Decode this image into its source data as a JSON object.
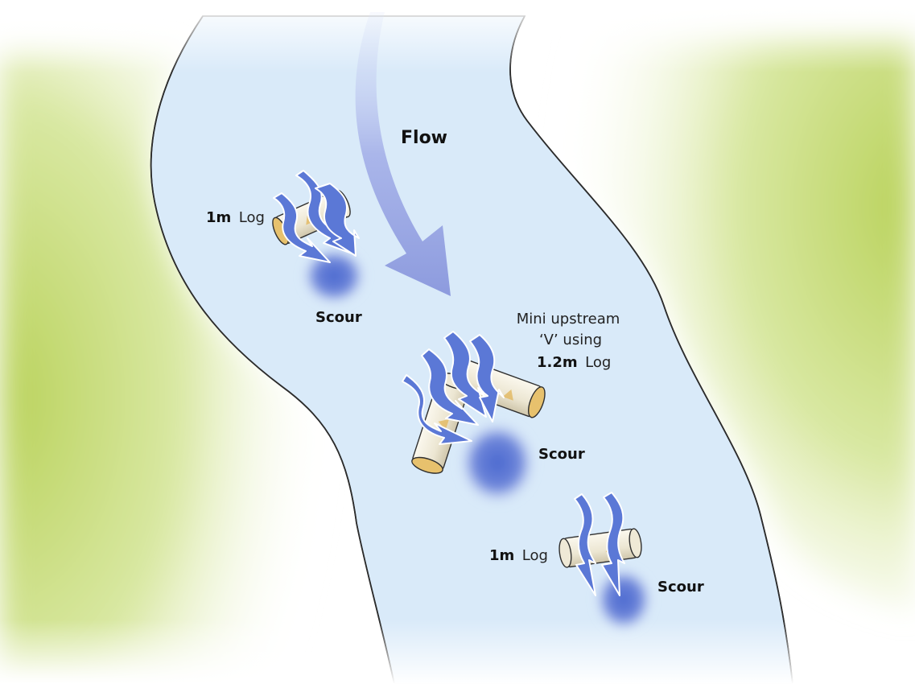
{
  "flow_label": "Flow",
  "log_top_left": {
    "size": "1m",
    "word": "Log"
  },
  "scour_top": "Scour",
  "v_label": {
    "line1": "Mini upstream",
    "line2": "‘V’ using",
    "size": "1.2m",
    "word": "Log"
  },
  "scour_middle": "Scour",
  "log_bottom": {
    "size": "1m",
    "word": "Log"
  },
  "scour_bottom": "Scour",
  "colors": {
    "water": "#d9eaf9",
    "bank_green": "#c9dc7c",
    "arrow_blue": "#5b78d6",
    "flow_arrow": "#9aa6e3",
    "log_body": "#f4f0e2",
    "log_end": "#e4bf6a",
    "scour": "#4f6fd0"
  }
}
